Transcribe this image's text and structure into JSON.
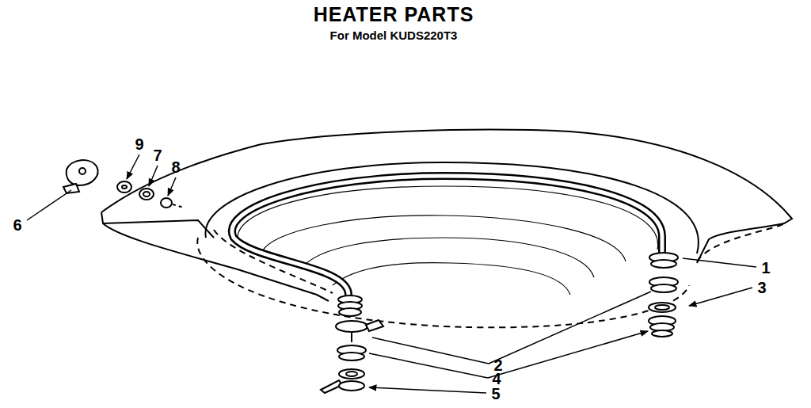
{
  "diagram": {
    "title": "HEATER PARTS",
    "labels": [
      "For Model KUDS220T3",
      "9",
      "7",
      "8",
      "6",
      "1",
      "3",
      "2",
      "4",
      "5"
    ]
  }
}
